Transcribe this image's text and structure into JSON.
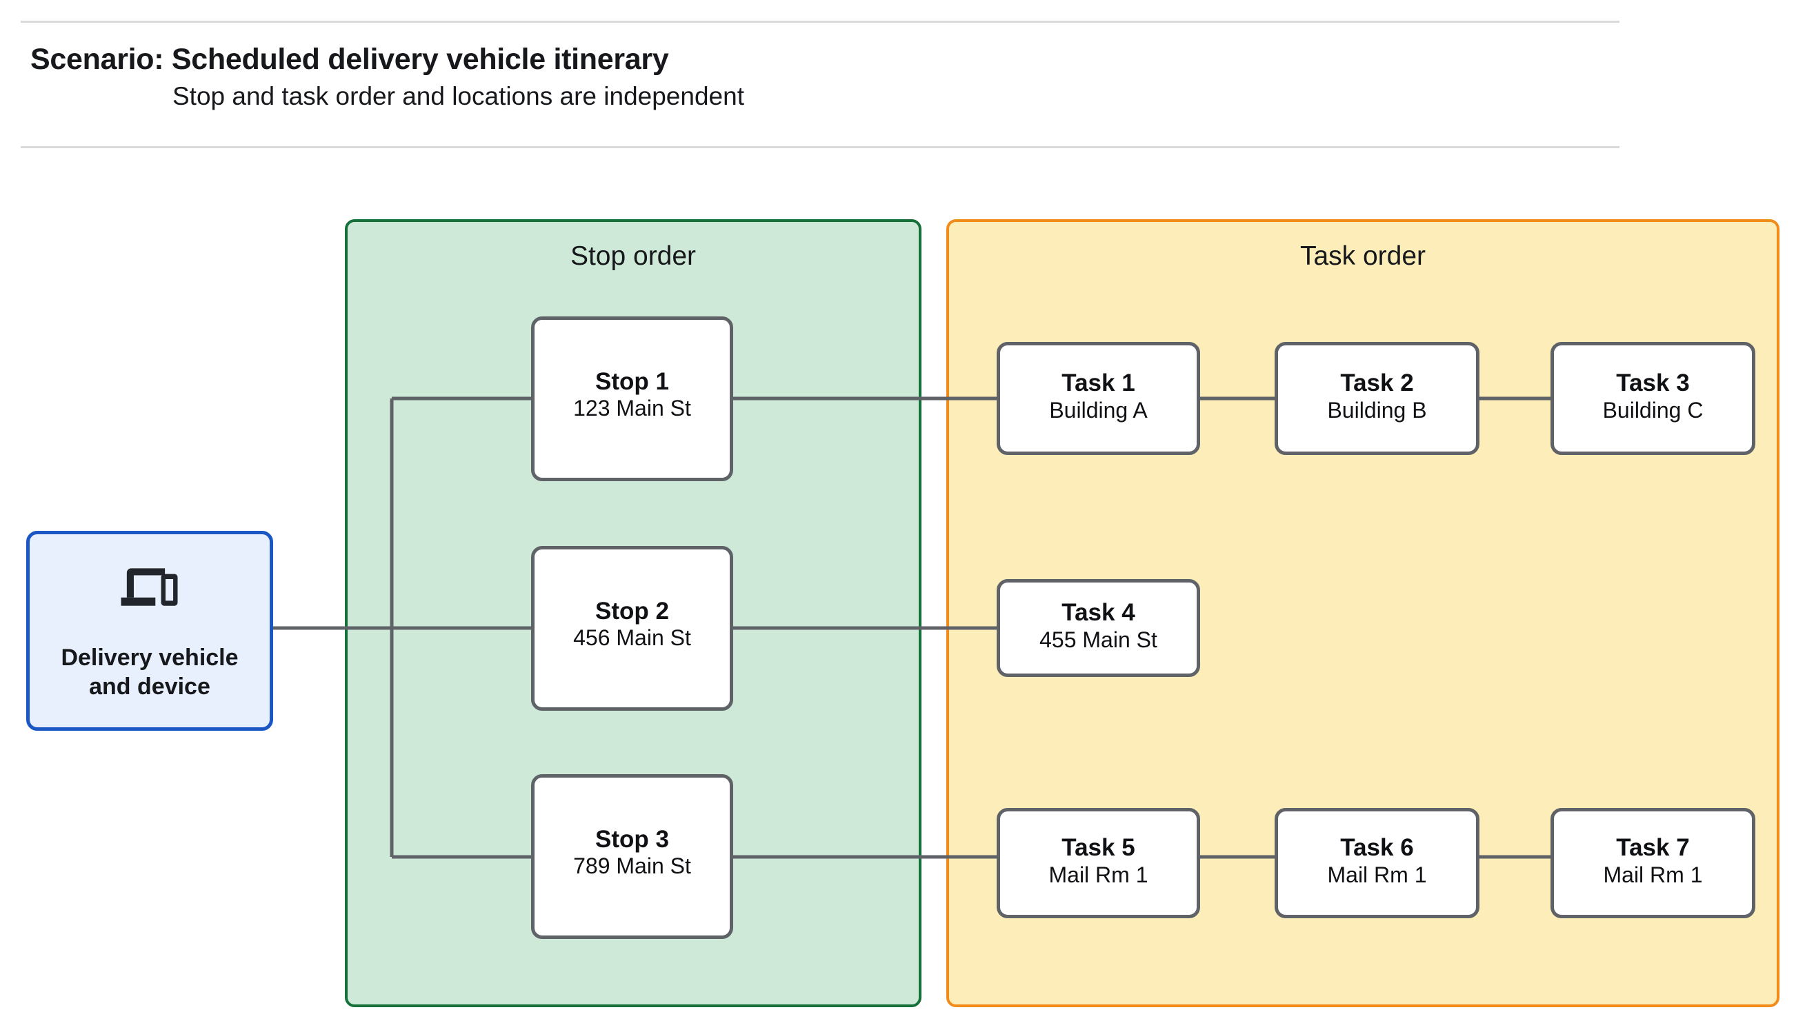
{
  "header": {
    "title": "Scenario: Scheduled delivery vehicle itinerary",
    "subtitle": "Stop and task order and locations are independent"
  },
  "root_node": {
    "icon": "devices-icon",
    "label": "Delivery vehicle\nand device",
    "border_color": "#1a56c4",
    "fill_color": "#e8f0fe"
  },
  "groups": {
    "stop_order": {
      "title": "Stop order",
      "fill_color": "#cee9d7",
      "border_color": "#15703a"
    },
    "task_order": {
      "title": "Task order",
      "fill_color": "#fdeeb9",
      "border_color": "#f18c1b"
    }
  },
  "stops": [
    {
      "title": "Stop 1",
      "subtitle": "123 Main St"
    },
    {
      "title": "Stop 2",
      "subtitle": "456 Main St"
    },
    {
      "title": "Stop 3",
      "subtitle": "789 Main St"
    }
  ],
  "task_rows": [
    {
      "tasks": [
        {
          "title": "Task 1",
          "subtitle": "Building A"
        },
        {
          "title": "Task 2",
          "subtitle": "Building B"
        },
        {
          "title": "Task 3",
          "subtitle": "Building C"
        }
      ]
    },
    {
      "tasks": [
        {
          "title": "Task 4",
          "subtitle": "455 Main St"
        }
      ]
    },
    {
      "tasks": [
        {
          "title": "Task 5",
          "subtitle": "Mail Rm 1"
        },
        {
          "title": "Task 6",
          "subtitle": "Mail Rm 1"
        },
        {
          "title": "Task 7",
          "subtitle": "Mail Rm 1"
        }
      ]
    }
  ],
  "connector_color": "#5f6368",
  "node_border_color": "#5f6368",
  "node_fill_color": "#ffffff"
}
